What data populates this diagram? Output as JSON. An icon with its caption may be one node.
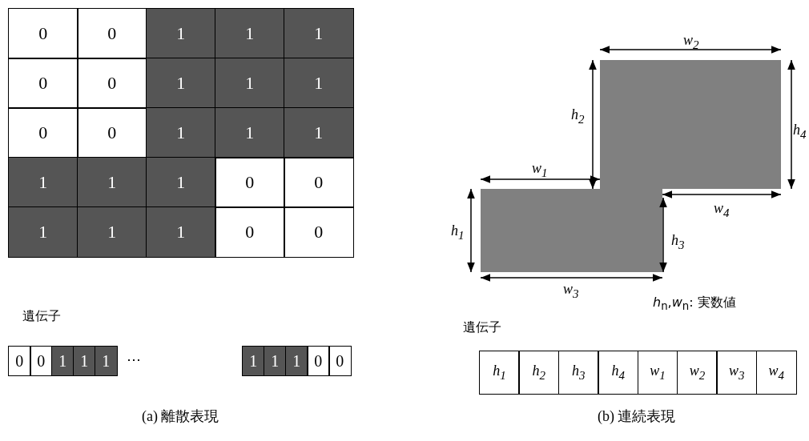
{
  "diagram": {
    "labels": [
      "0",
      "0",
      "1",
      "1",
      "1",
      "0",
      "0",
      "1",
      "1",
      "1",
      "0",
      "0",
      "1",
      "1",
      "1",
      "1",
      "1",
      "1",
      "0",
      "0",
      "1",
      "1",
      "1",
      "0",
      "0",
      "遺伝子",
      "0",
      "0",
      "1",
      "1",
      "1",
      "⋯",
      "1",
      "1",
      "1",
      "0",
      "0",
      "w$_{2}$",
      "h$_{2}$",
      "h$_{4}$",
      "w$_{1}$",
      "w$_{4}$",
      "h$_{1}$",
      "h$_{3}$",
      "w$_{3}$",
      "*h*$_{n}$,*w*$_{n}$: 実数値",
      "遺伝子",
      "h$_{1}$",
      "h$_{2}$",
      "h$_{3}$",
      "h$_{4}$",
      "w$_{1}$",
      "w$_{2}$",
      "w$_{3}$",
      "w$_{4}$",
      "(a) 離散表現",
      "(b) 連続表現"
    ]
  }
}
